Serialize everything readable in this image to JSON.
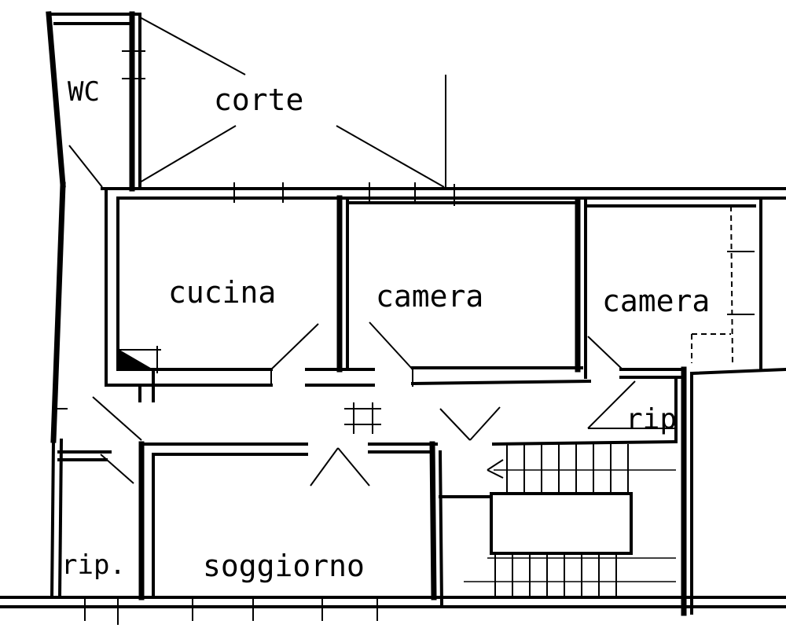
{
  "labels": {
    "wc": "WC",
    "corte": "corte",
    "cucina": "cucina",
    "camera_1": "camera",
    "camera_2": "camera",
    "rip_1": "rip",
    "rip_2": "rip.",
    "soggiorno": "soggiorno"
  }
}
